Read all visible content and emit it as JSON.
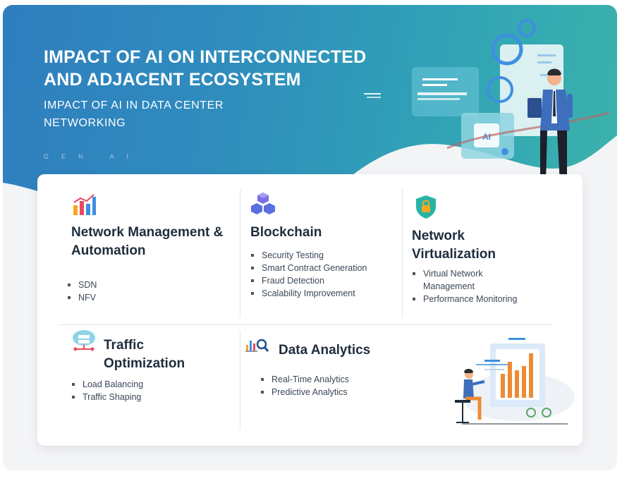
{
  "header": {
    "title": "IMPACT OF AI ON INTERCONNECTED AND ADJACENT ECOSYSTEM",
    "subtitle": "IMPACT OF AI IN DATA CENTER NETWORKING",
    "tagline": "GEN AI",
    "hero_chip_label": "AI"
  },
  "sections": [
    {
      "title": "Network Management & Automation",
      "icon": "bar-chart-icon",
      "items": [
        "SDN",
        "NFV"
      ]
    },
    {
      "title": "Blockchain",
      "icon": "cubes-icon",
      "items": [
        "Security Testing",
        "Smart Contract Generation",
        "Fraud Detection",
        "Scalability Improvement"
      ]
    },
    {
      "title": "Network Virtualization",
      "icon": "shield-lock-icon",
      "items": [
        "Virtual Network Management",
        "Performance Monitoring"
      ]
    },
    {
      "title": "Traffic Optimization",
      "icon": "cloud-server-icon",
      "items": [
        "Load Balancing",
        "Traffic Shaping"
      ]
    },
    {
      "title": "Data Analytics",
      "icon": "analytics-search-icon",
      "items": [
        "Real-Time Analytics",
        "Predictive Analytics"
      ]
    }
  ],
  "colors": {
    "banner_start": "#2f7ebf",
    "banner_end": "#3bb3ac",
    "accent_orange": "#ef8a34",
    "accent_blue": "#3f8fe0",
    "title_text": "#1f2d3d"
  }
}
